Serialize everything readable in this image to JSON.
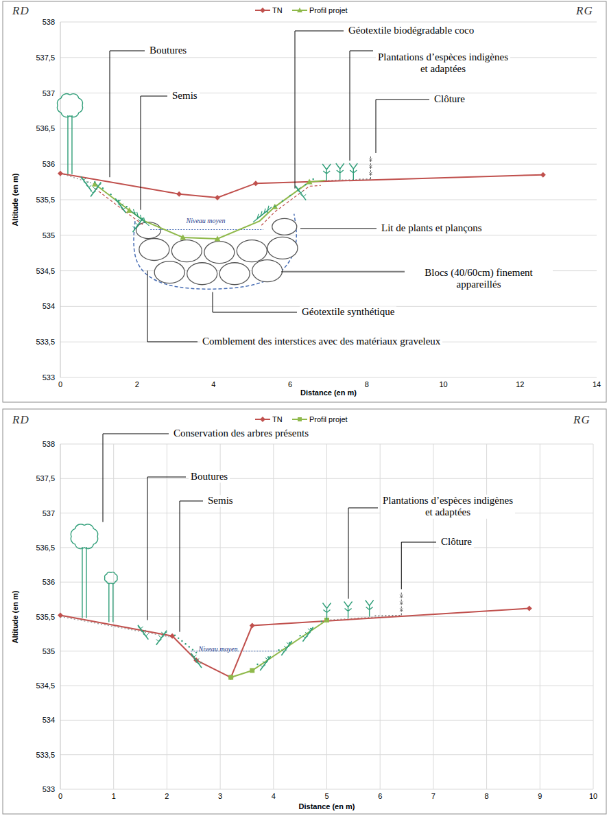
{
  "diagram": {
    "labels": [
      "RD",
      "RG",
      "538",
      "537,5",
      "537",
      "536,5",
      "536",
      "535,5",
      "535",
      "534,5",
      "534",
      "533,5",
      "533",
      "0",
      "2",
      "4",
      "6",
      "8",
      "10",
      "12",
      "14",
      "Altitude (en m)",
      "Distance (en m)",
      "Boutures",
      "Semis",
      "Géotextile biodégradable coco",
      "Plantations d’espèces indigènes et adaptées",
      "Clôture",
      "Lit de plants et plançons",
      "Blocs (40/60cm) finement appareillés",
      "Géotextile synthétique",
      "Comblement des interstices avec des matériaux graveleux",
      "Niveau moyen",
      "RD",
      "RG",
      "538",
      "537,5",
      "537",
      "536,5",
      "536",
      "535,5",
      "535",
      "534,5",
      "534",
      "533,5",
      "533",
      "0",
      "1",
      "2",
      "3",
      "4",
      "5",
      "6",
      "7",
      "8",
      "9",
      "10",
      "Altitude (en m)",
      "Distance (en m)",
      "Conservation des arbres présents",
      "Boutures",
      "Semis",
      "Plantations d’espèces indigènes et adaptées",
      "Clôture",
      "Niveau moyen"
    ],
    "legend": [
      {
        "text": "TN"
      },
      {
        "text": "Profil projet"
      },
      {
        "text": "TN"
      },
      {
        "text": "Profil projet"
      }
    ]
  }
}
